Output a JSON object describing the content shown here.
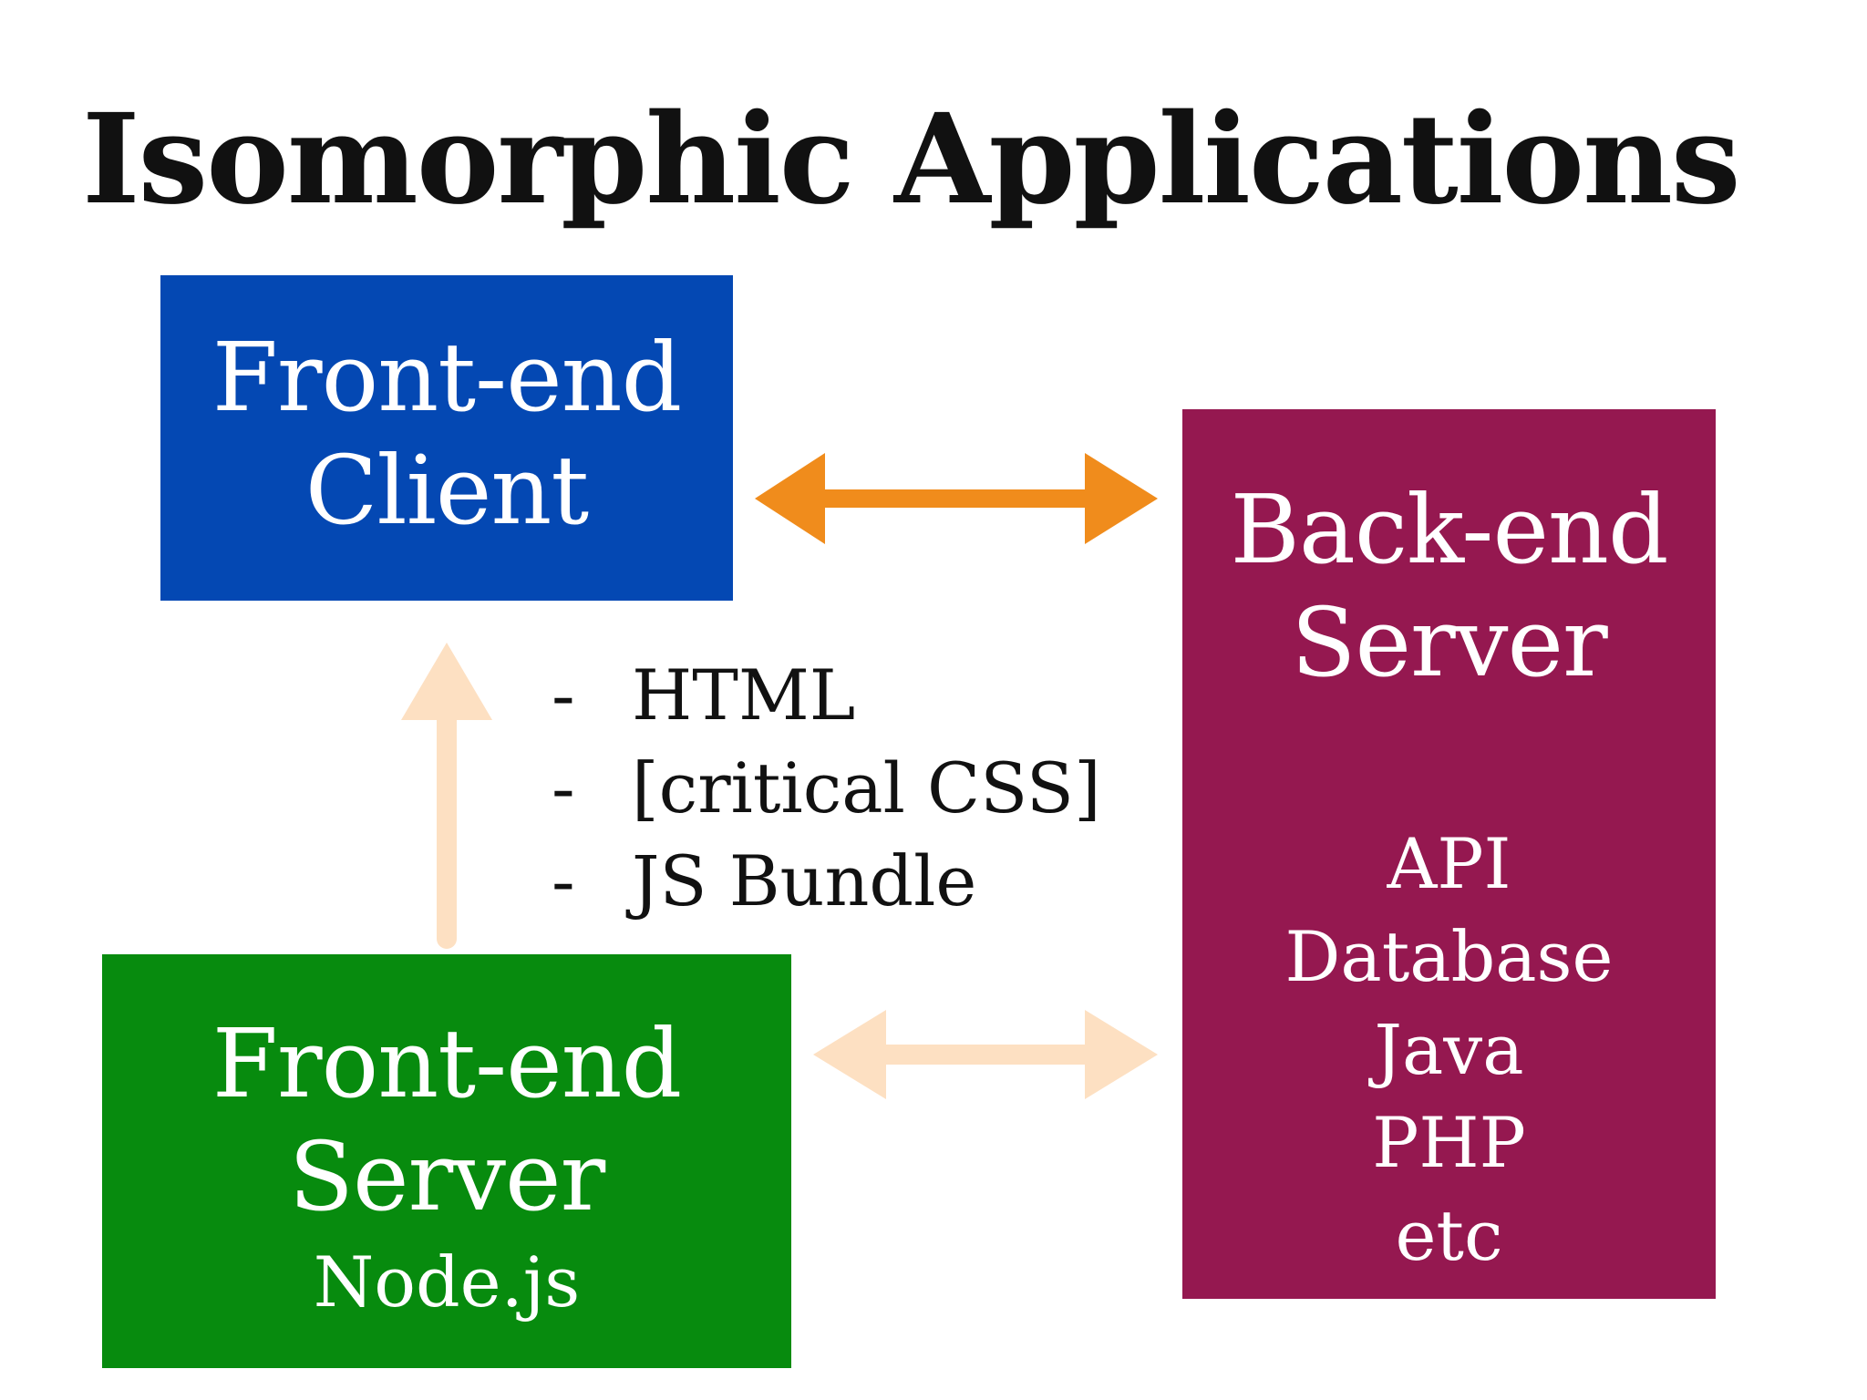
{
  "title": "Isomorphic Applications",
  "boxes": {
    "client": {
      "line1": "Front-end",
      "line2": "Client",
      "color": "#0448b3"
    },
    "frontend_server": {
      "line1": "Front-end",
      "line2": "Server",
      "detail": "Node.js",
      "color": "#078b0e"
    },
    "backend": {
      "line1": "Back-end",
      "line2": "Server",
      "items": [
        "API",
        "Database",
        "Java",
        "PHP",
        "etc"
      ],
      "color": "#951850"
    }
  },
  "payload": {
    "bullet": "-",
    "items": [
      "HTML",
      "[critical CSS]",
      "JS Bundle"
    ]
  },
  "arrows": {
    "client_backend": {
      "color": "#f08c1c"
    },
    "server_to_client": {
      "color": "#fde0c2"
    },
    "server_backend": {
      "color": "#fde0c2"
    }
  }
}
